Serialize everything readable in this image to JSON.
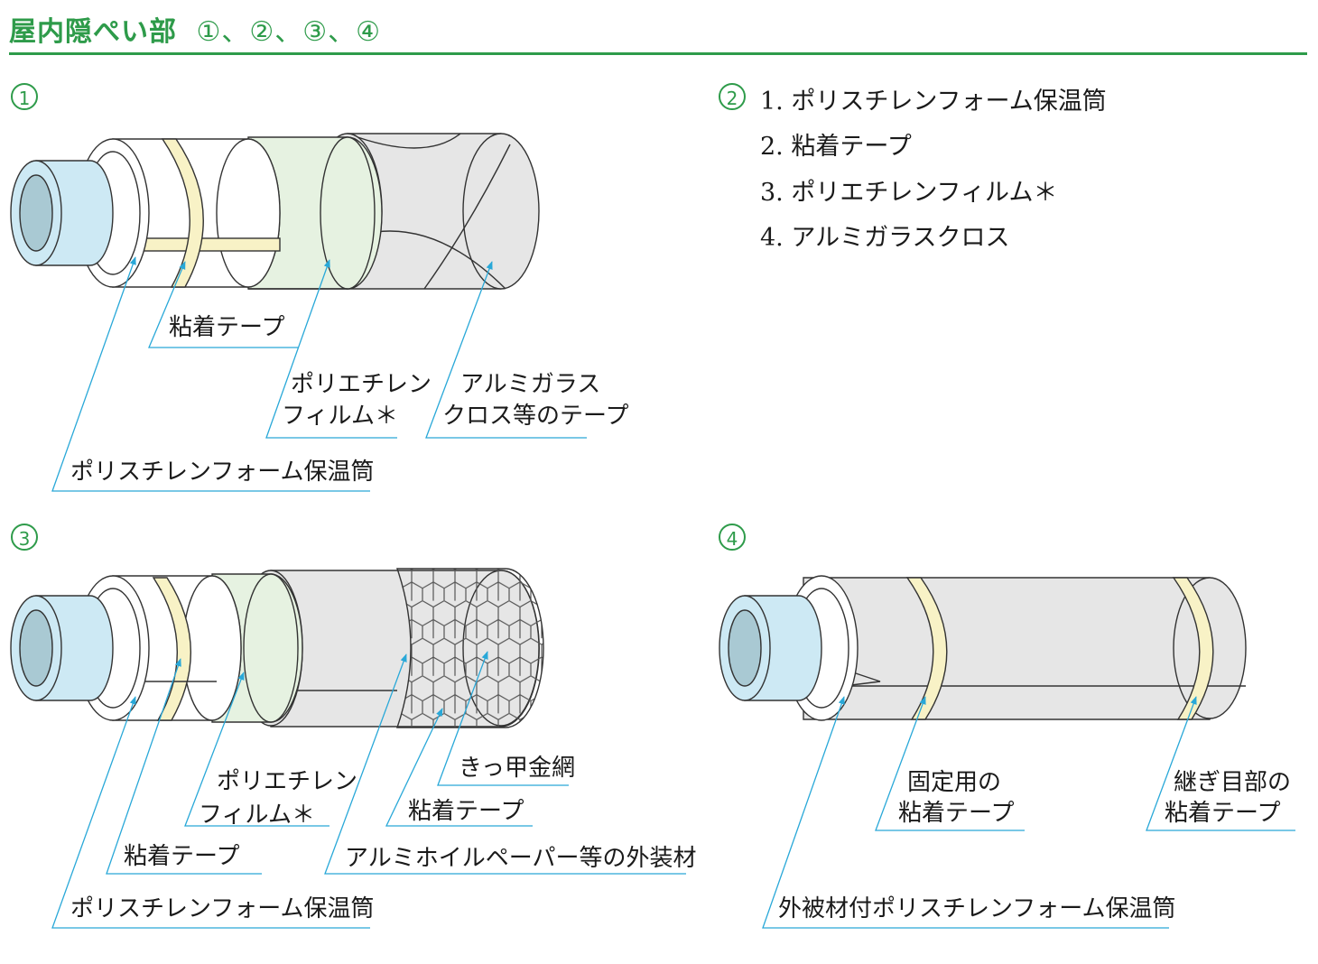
{
  "header": {
    "title": "屋内隠ぺい部",
    "title_items": "①、②、③、④",
    "accent_color": "#2e9b4a"
  },
  "panel1": {
    "marker": "1",
    "labels": {
      "tape": "粘着テープ",
      "film_line1": "ポリエチレン",
      "film_line2": "フィルム＊",
      "alu_line1": "アルミガラス",
      "alu_line2": "クロス等のテープ",
      "foam": "ポリスチレンフォーム保温筒"
    }
  },
  "panel2": {
    "marker": "2",
    "items": [
      "1. ポリスチレンフォーム保温筒",
      "2. 粘着テープ",
      "3. ポリエチレンフィルム＊",
      "4. アルミガラスクロス"
    ]
  },
  "panel3": {
    "marker": "3",
    "labels": {
      "mesh": "きっ甲金網",
      "film_line1": "ポリエチレン",
      "film_line2": "フィルム＊",
      "tape2": "粘着テープ",
      "tape1": "粘着テープ",
      "outer": "アルミホイルペーパー等の外装材",
      "foam": "ポリスチレンフォーム保温筒"
    }
  },
  "panel4": {
    "marker": "4",
    "labels": {
      "fix_line1": "固定用の",
      "fix_line2": "粘着テープ",
      "joint_line1": "継ぎ目部の",
      "joint_line2": "粘着テープ",
      "foam": "外被材付ポリスチレンフォーム保温筒"
    }
  },
  "colors": {
    "pipe": "#cde9f4",
    "pipe_inner": "#a9c9d3",
    "tape": "#f8f2c6",
    "film": "#e6f2e1",
    "cloth": "#e6e6e6",
    "leader": "#29a8d8"
  }
}
